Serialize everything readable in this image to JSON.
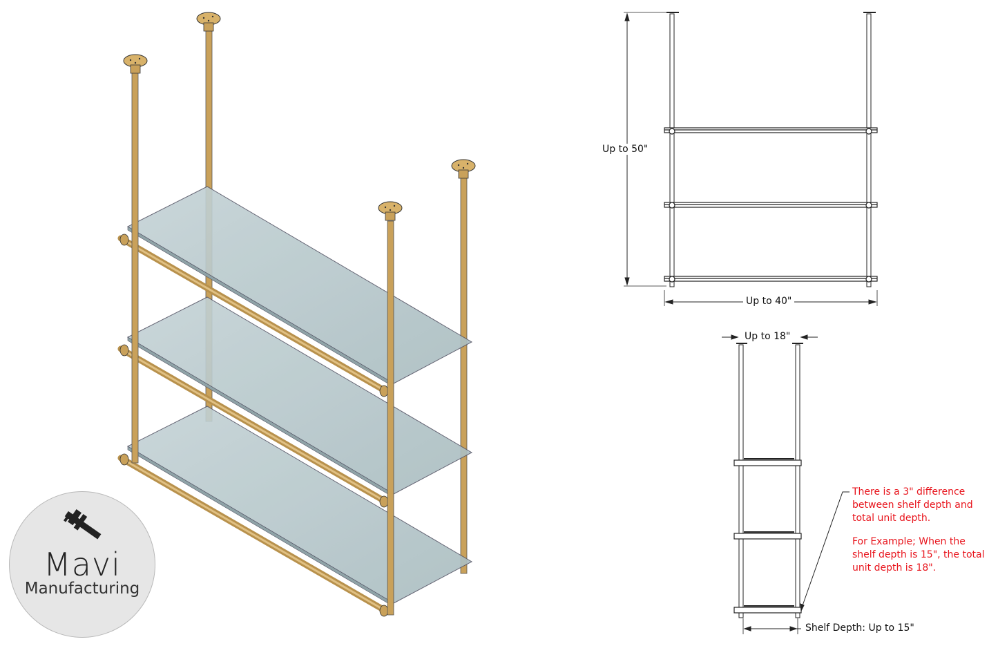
{
  "logo": {
    "name": "Mavi",
    "subtitle": "Manufacturing",
    "icon": "caliper-icon"
  },
  "front_view": {
    "height_label": "Up to 50\"",
    "width_label": "Up to 40\""
  },
  "side_view": {
    "depth_label": "Up to 18\"",
    "shelf_depth_label": "Shelf Depth: Up to 15\""
  },
  "note": {
    "line1": "There is a 3\" difference between shelf depth and total unit depth.",
    "line2": "For Example; When the shelf depth is 15\", the total unit depth is 18\"."
  },
  "colors": {
    "brass": "#c9a15a",
    "glass": "#b9c9cc",
    "note": "#e8141c"
  }
}
